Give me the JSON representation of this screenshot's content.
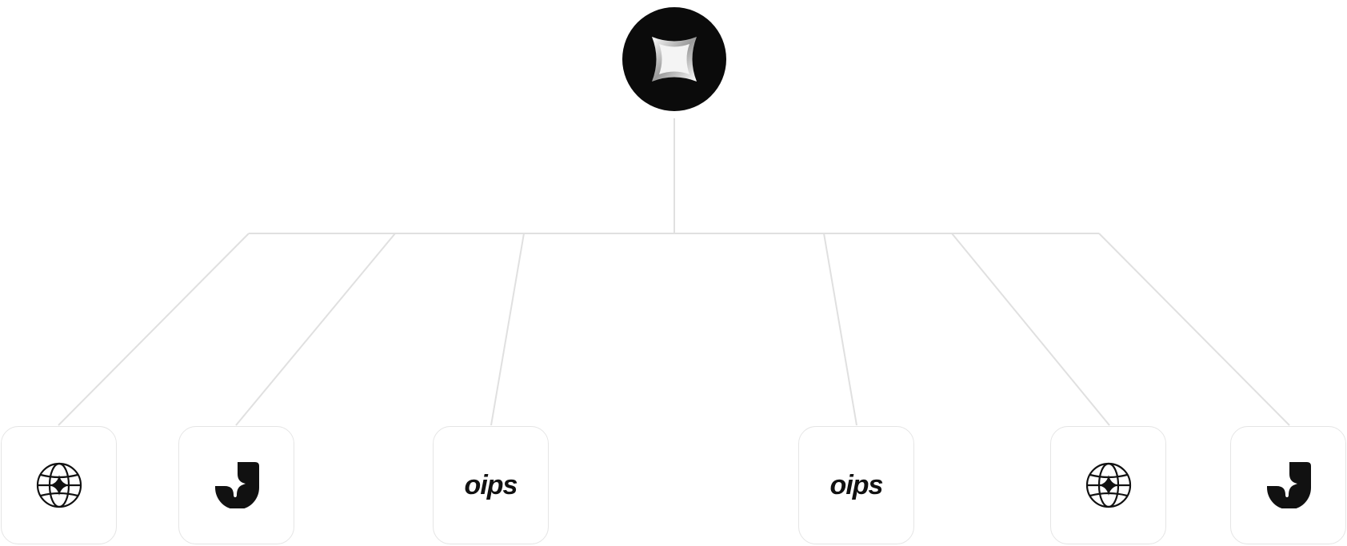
{
  "diagram": {
    "root": {
      "icon": "sparkle-square-icon"
    },
    "leaves": [
      {
        "icon": "globe-sparkle-icon",
        "label": ""
      },
      {
        "icon": "j-logo-icon",
        "label": ""
      },
      {
        "icon": "oips-wordmark",
        "label": "oips"
      },
      {
        "icon": "oips-wordmark",
        "label": "oips"
      },
      {
        "icon": "globe-sparkle-icon",
        "label": ""
      },
      {
        "icon": "j-logo-icon",
        "label": ""
      }
    ],
    "colors": {
      "connector": "#e0e0e0",
      "node_border": "#e5e5e5",
      "root_fill": "#0b0b0b",
      "icon_fill": "#111111"
    }
  }
}
